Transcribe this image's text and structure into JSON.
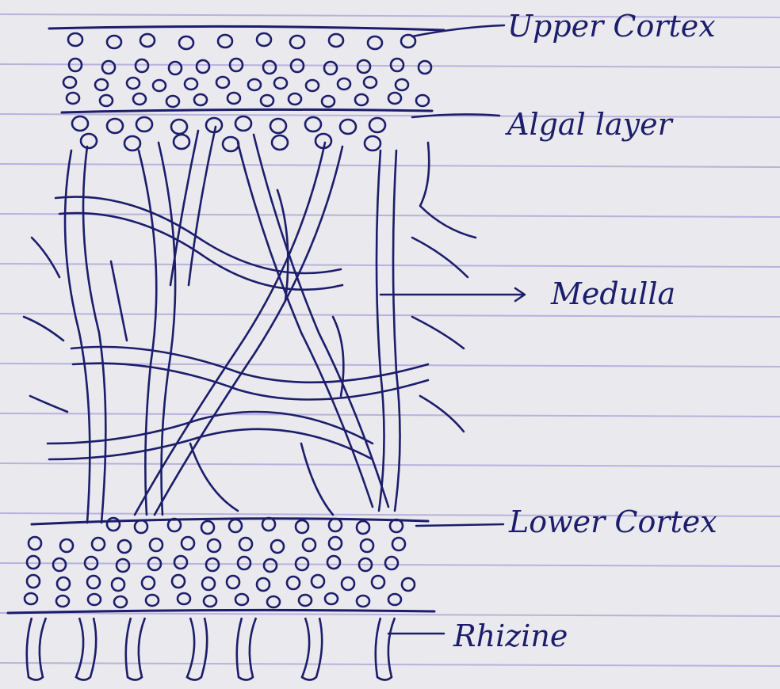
{
  "diagram": {
    "labels": {
      "upper_cortex": "Upper Cortex",
      "algal_layer": "Algal layer",
      "medulla": "Medulla",
      "lower_cortex": "Lower Cortex",
      "rhizine": "Rhizine"
    },
    "colors": {
      "ink": "#1c1d6b",
      "paper": "#e9e9ee",
      "rule_lines": "#b9b2dc"
    }
  }
}
